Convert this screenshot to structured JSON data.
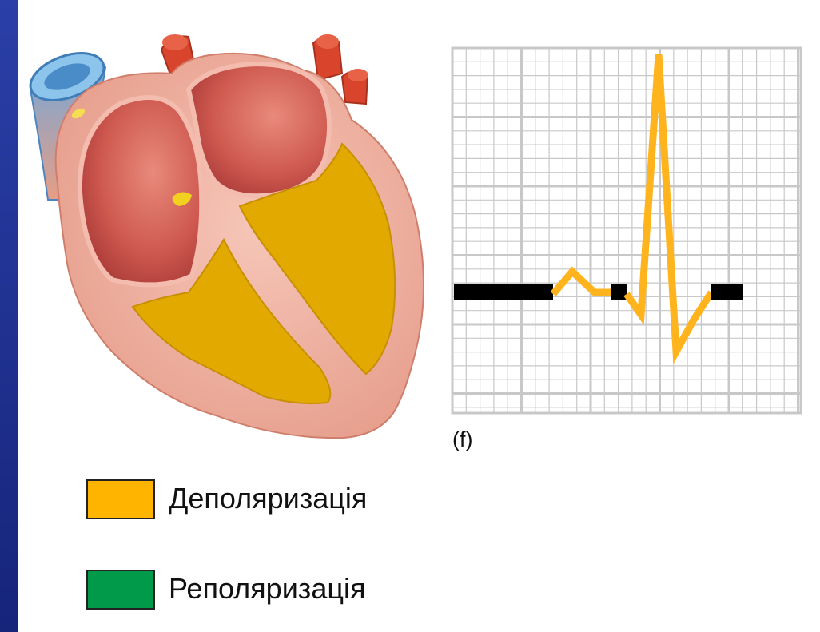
{
  "figure": {
    "panel_label": "(f)"
  },
  "legend": {
    "items": [
      {
        "label": "Деполяризація",
        "color": "#ffb400"
      },
      {
        "label": "Реполяризація",
        "color": "#009a4a"
      }
    ]
  },
  "colors": {
    "slide_background": "#1c2e8c",
    "panel": "#ffffff",
    "grid_line": "#c8c8c8",
    "ecg_resting": "#000000",
    "ecg_depolarized": "#ffb41e",
    "myocardium": "#f0b4a8",
    "atrium_chamber": "#c8504a",
    "ventricle_depolarized": "#e0a800",
    "vein": "#78b4e0",
    "artery": "#d8442a"
  },
  "icons": {
    "heart": "heart-cross-section-illustration",
    "ecg": "ecg-trace-on-grid"
  }
}
